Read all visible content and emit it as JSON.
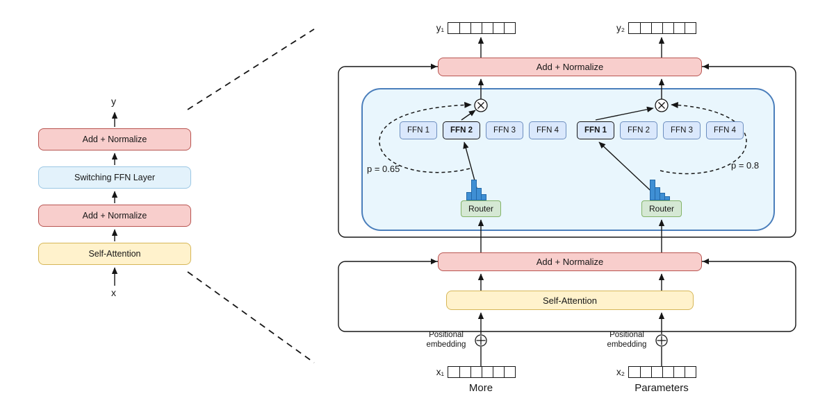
{
  "colors": {
    "add_normalize_fill": "#f8cecc",
    "add_normalize_stroke": "#b85450",
    "self_attention_fill": "#fff2cc",
    "self_attention_stroke": "#d6b656",
    "switching_ffn_fill": "#e3f2fb",
    "ffn_box_fill": "#dae8fc",
    "ffn_box_stroke": "#6c8ebf",
    "router_fill": "#d5e8d4",
    "router_stroke": "#82b366",
    "container_fill": "#e9f6fd",
    "container_stroke": "#4a7ebb",
    "histogram_bar": "#3f8fd4"
  },
  "left_diagram": {
    "output_label": "y",
    "blocks": {
      "add_normalize_top": "Add + Normalize",
      "switching_ffn_layer": "Switching FFN Layer",
      "add_normalize_bottom": "Add + Normalize",
      "self_attention": "Self-Attention"
    },
    "input_label": "x"
  },
  "right_diagram": {
    "output_token_1": "y₁",
    "output_token_2": "y₂",
    "add_normalize_top": "Add + Normalize",
    "add_normalize_bottom": "Add + Normalize",
    "self_attention": "Self-Attention",
    "expert_group_left": {
      "ffn_labels": [
        "FFN 1",
        "FFN 2",
        "FFN 3",
        "FFN 4"
      ],
      "selected_expert": "FFN 2",
      "router_label": "Router",
      "probability_label": "p = 0.65",
      "router_distribution": [
        12,
        30,
        18,
        9
      ]
    },
    "expert_group_right": {
      "ffn_labels": [
        "FFN 1",
        "FFN 2",
        "FFN 3",
        "FFN 4"
      ],
      "selected_expert": "FFN 1",
      "router_label": "Router",
      "probability_label": "p = 0.8",
      "router_distribution": [
        30,
        19,
        11,
        6
      ]
    },
    "positional_embedding_label": "Positional embedding",
    "input_token_1": "x₁",
    "input_token_2": "x₂",
    "caption_word_1": "More",
    "caption_word_2": "Parameters"
  }
}
